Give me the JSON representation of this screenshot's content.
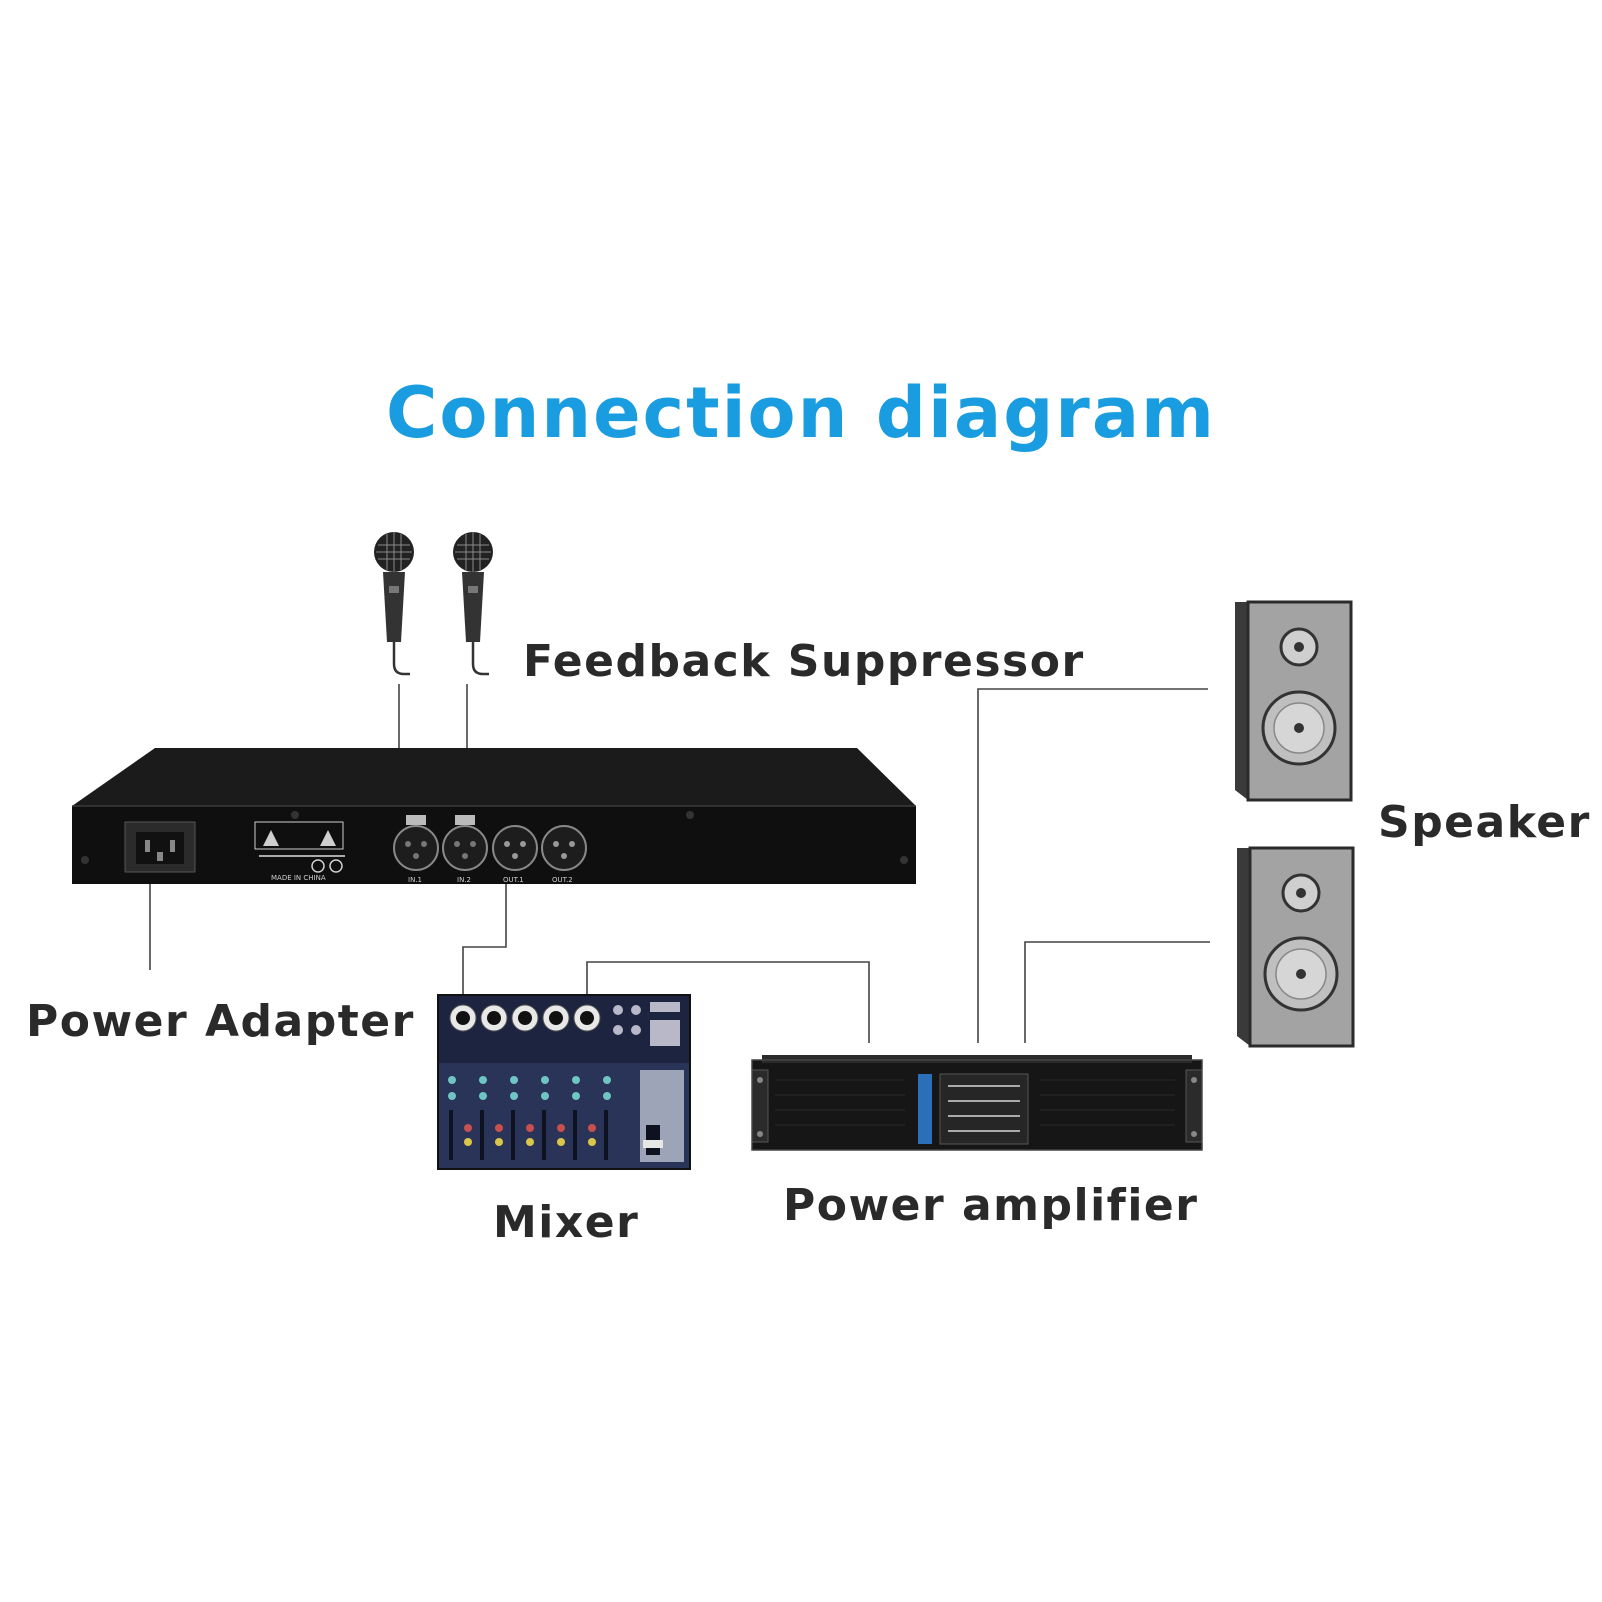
{
  "title": "Connection diagram",
  "colors": {
    "title": "#1a9de0",
    "line": "#444444",
    "label": "#2a2a2a"
  },
  "labels": {
    "feedback_suppressor": "Feedback Suppressor",
    "speaker": "Speaker",
    "power_adapter": "Power Adapter",
    "mixer": "Mixer",
    "power_amplifier": "Power amplifier"
  },
  "device_markings": {
    "made_in": "MADE IN CHINA",
    "in1": "IN.1",
    "in2": "IN.2",
    "out1": "OUT.1",
    "out2": "OUT.2"
  }
}
